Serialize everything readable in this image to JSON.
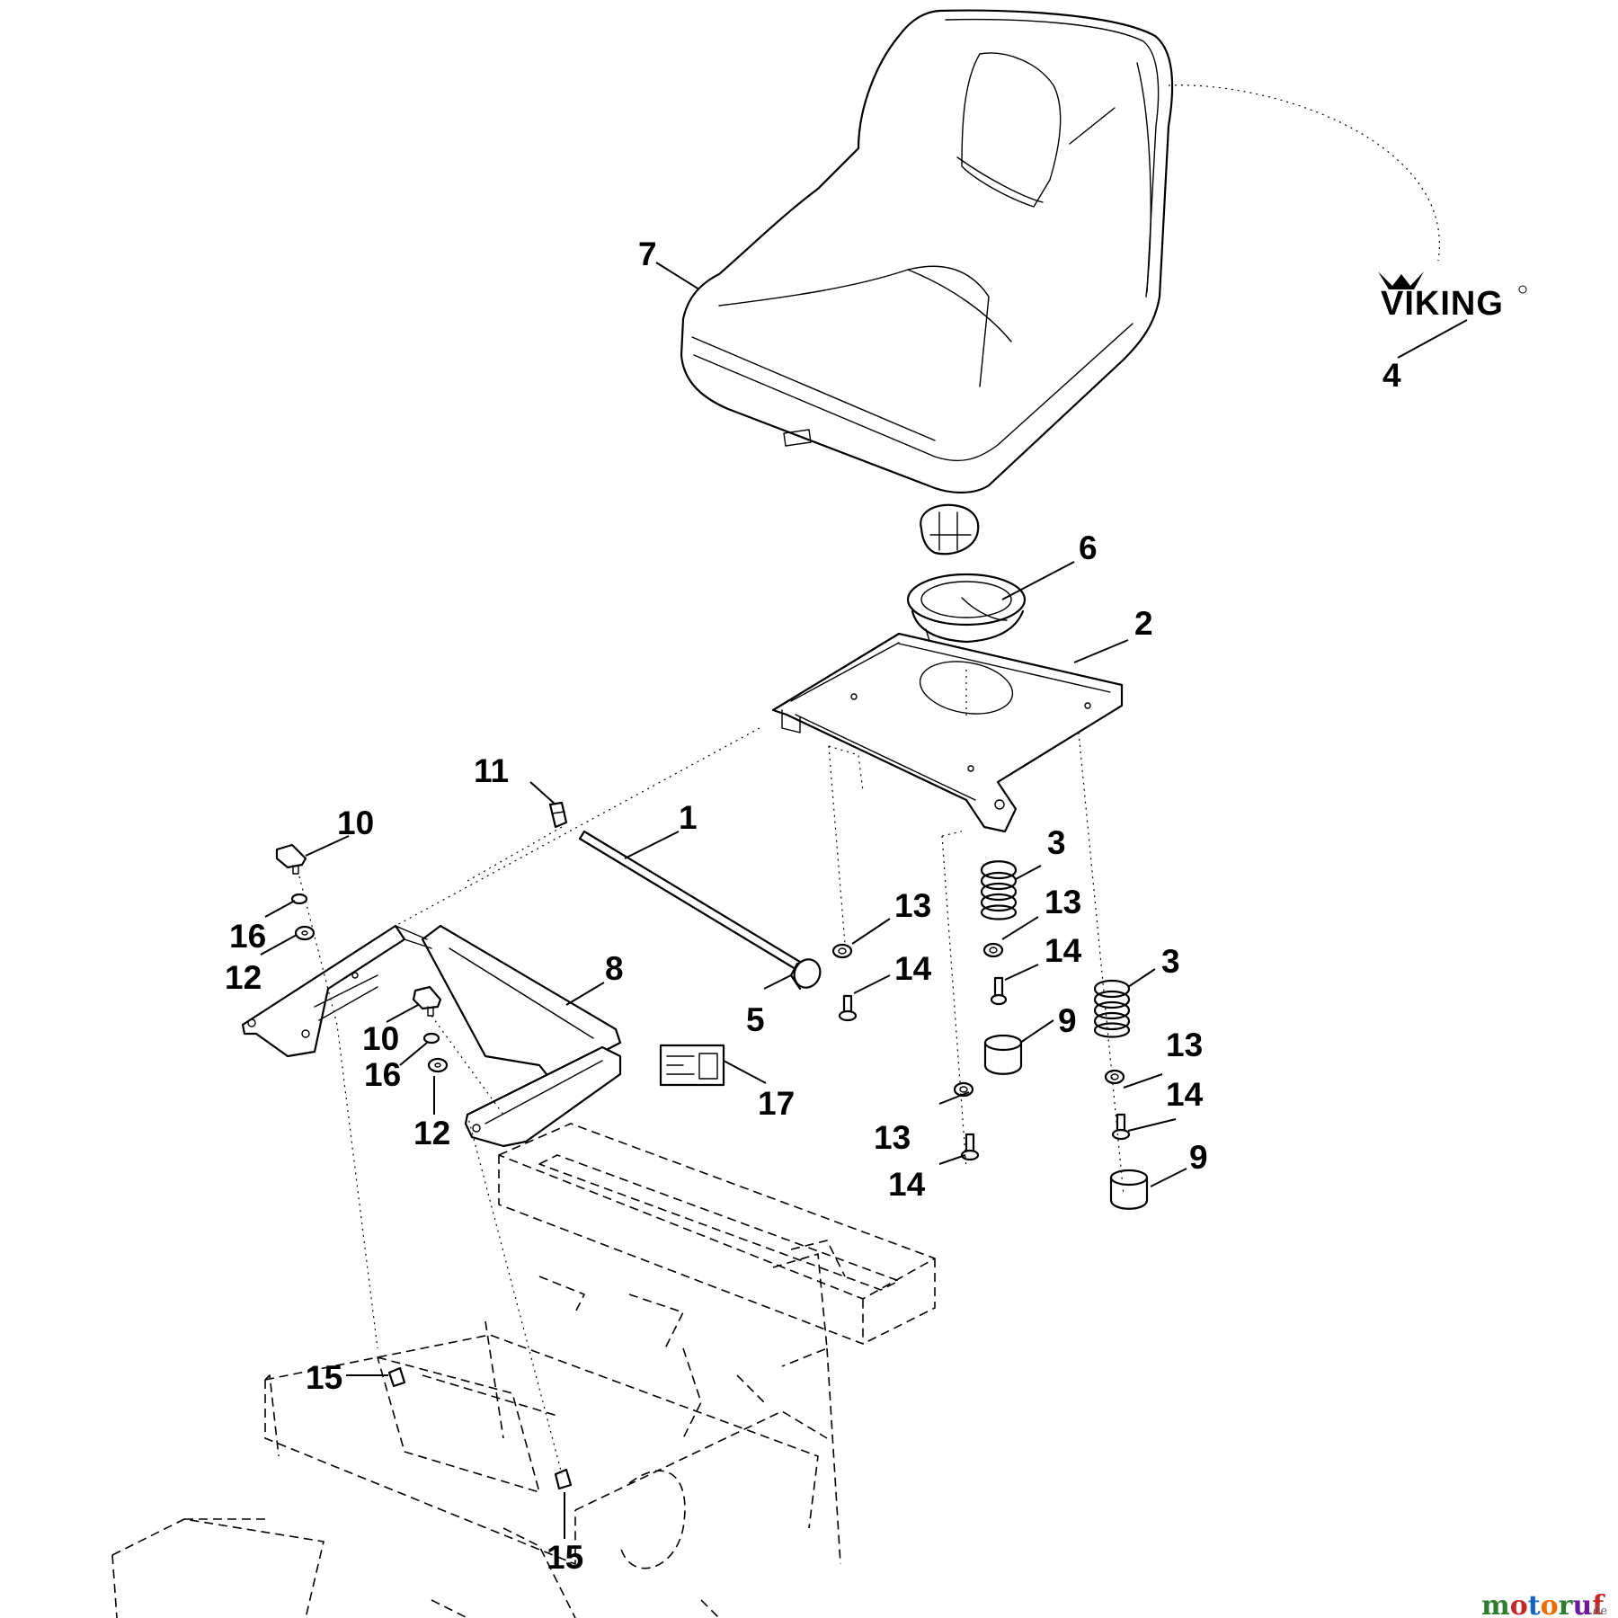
{
  "callouts": {
    "c1": "1",
    "c2": "2",
    "c3a": "3",
    "c3b": "3",
    "c4": "4",
    "c5": "5",
    "c6": "6",
    "c7": "7",
    "c8": "8",
    "c9a": "9",
    "c9b": "9",
    "c10a": "10",
    "c10b": "10",
    "c11": "11",
    "c12a": "12",
    "c12b": "12",
    "c13a": "13",
    "c13b": "13",
    "c13c": "13",
    "c13d": "13",
    "c14a": "14",
    "c14b": "14",
    "c14c": "14",
    "c14d": "14",
    "c15a": "15",
    "c15b": "15",
    "c16a": "16",
    "c16b": "16",
    "c17": "17"
  },
  "brand_logo_text": "VIKING",
  "watermark": {
    "letters": [
      "m",
      "o",
      "t",
      "o",
      "r",
      "u",
      "f"
    ],
    "colors": [
      "#2e7d32",
      "#c62828",
      "#1565c0",
      "#ef6c00",
      "#2e7d32",
      "#6a1b9a",
      "#c62828"
    ],
    "suffix": ".de"
  },
  "colors": {
    "line": "#000000",
    "background": "#ffffff"
  }
}
